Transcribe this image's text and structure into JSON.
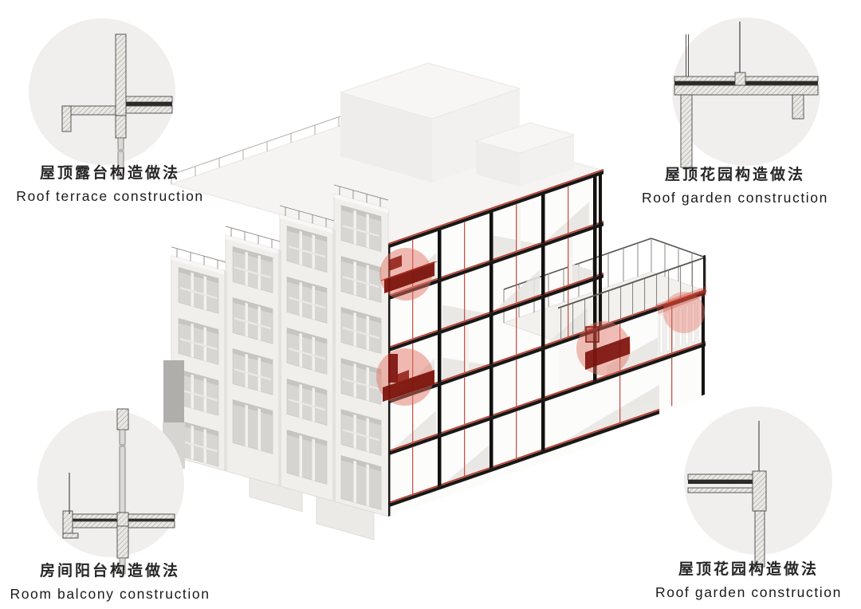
{
  "figure": {
    "type": "building-axonometric-cutaway",
    "description": "White residential building cutaway with four red detail highlight zones",
    "highlight_count": 4
  },
  "callouts": [
    {
      "id": "roof-terrace",
      "position": "top-left",
      "label_zh": "屋顶露台构造做法",
      "label_en": "Roof terrace construction"
    },
    {
      "id": "roof-garden-top",
      "position": "top-right",
      "label_zh": "屋顶花园构造做法",
      "label_en": "Roof garden construction"
    },
    {
      "id": "room-balcony",
      "position": "bottom-left",
      "label_zh": "房间阳台构造做法",
      "label_en": "Room balcony construction"
    },
    {
      "id": "roof-garden-bottom",
      "position": "bottom-right",
      "label_zh": "屋顶花园构造做法",
      "label_en": "Roof garden construction"
    }
  ],
  "colors": {
    "background": "#ffffff",
    "callout_circle": "#f1efed",
    "facade": "#f0efec",
    "roof": "#f5f4f2",
    "slab_black": "#191817",
    "cut_line_red": "#c0392b",
    "highlight_fill": "rgba(225,112,98,0.48)",
    "highlight_dark": "#7a100a"
  }
}
